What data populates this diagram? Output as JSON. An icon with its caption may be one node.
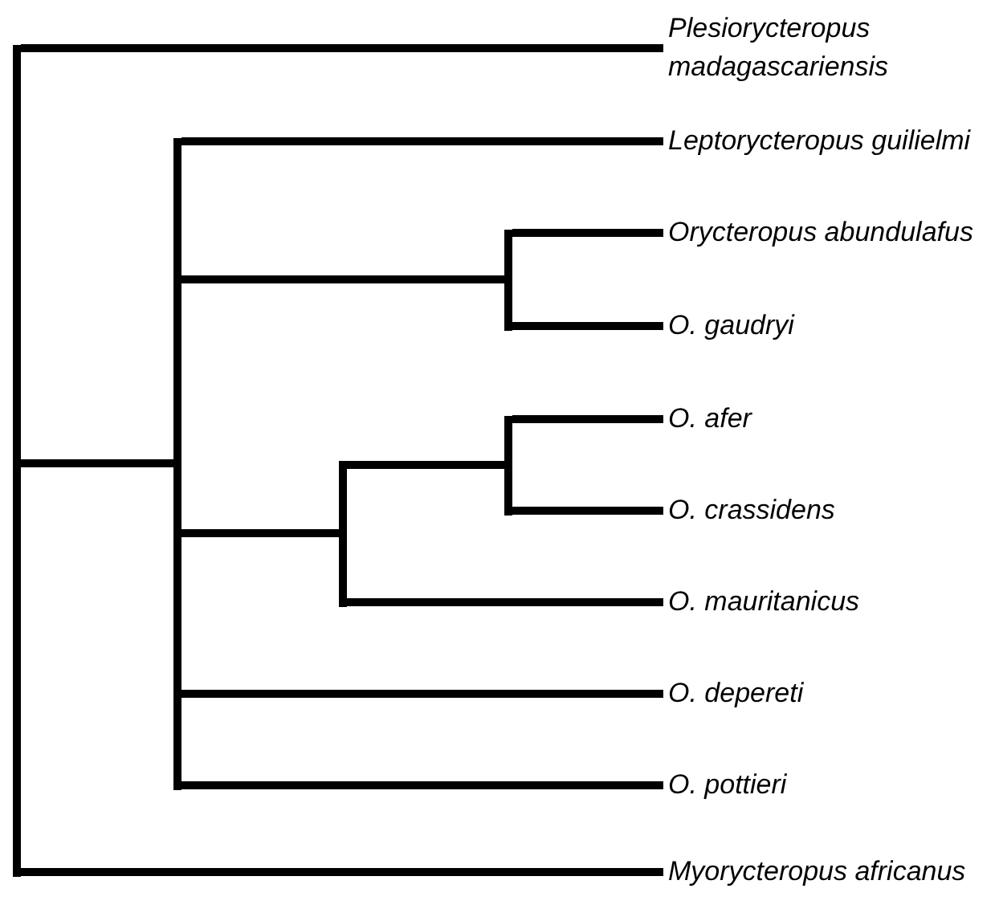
{
  "diagram": {
    "nodes": [
      {
        "text": [],
        "shape": "bar"
      },
      {
        "text": [
          "Plesiorycteropus madagascariensis"
        ]
      },
      {
        "text": [],
        "shape": "bar"
      },
      {
        "text": [
          "Leptorycteropus guilielmi"
        ]
      },
      {
        "text": [],
        "shape": "bar"
      },
      {
        "text": [
          "Orycteropus abundulafus"
        ]
      },
      {
        "text": [
          "O. gaudryi"
        ]
      },
      {
        "text": [],
        "shape": "bar"
      },
      {
        "text": [],
        "shape": "bar"
      },
      {
        "text": [
          "O. afer"
        ]
      },
      {
        "text": [
          "O. crassidens"
        ]
      },
      {
        "text": [
          "O. mauritanicus"
        ]
      },
      {
        "text": [
          "O. depereti"
        ]
      },
      {
        "text": [
          "O. pottieri"
        ]
      },
      {
        "text": [
          "Myorycteropus africanus"
        ]
      }
    ],
    "edges": [
      {
        "from": 0,
        "to": 1,
        "arrow": "none"
      },
      {
        "from": 0,
        "to": 2,
        "arrow": "none"
      },
      {
        "from": 0,
        "to": 14,
        "arrow": "none"
      },
      {
        "from": 2,
        "to": 3,
        "arrow": "none"
      },
      {
        "from": 2,
        "to": 4,
        "arrow": "none"
      },
      {
        "from": 2,
        "to": 7,
        "arrow": "none"
      },
      {
        "from": 2,
        "to": 12,
        "arrow": "none"
      },
      {
        "from": 2,
        "to": 13,
        "arrow": "none"
      },
      {
        "from": 4,
        "to": 5,
        "arrow": "none"
      },
      {
        "from": 4,
        "to": 6,
        "arrow": "none"
      },
      {
        "from": 7,
        "to": 8,
        "arrow": "none"
      },
      {
        "from": 7,
        "to": 11,
        "arrow": "none"
      },
      {
        "from": 8,
        "to": 9,
        "arrow": "none"
      },
      {
        "from": 8,
        "to": 10,
        "arrow": "none"
      }
    ]
  }
}
